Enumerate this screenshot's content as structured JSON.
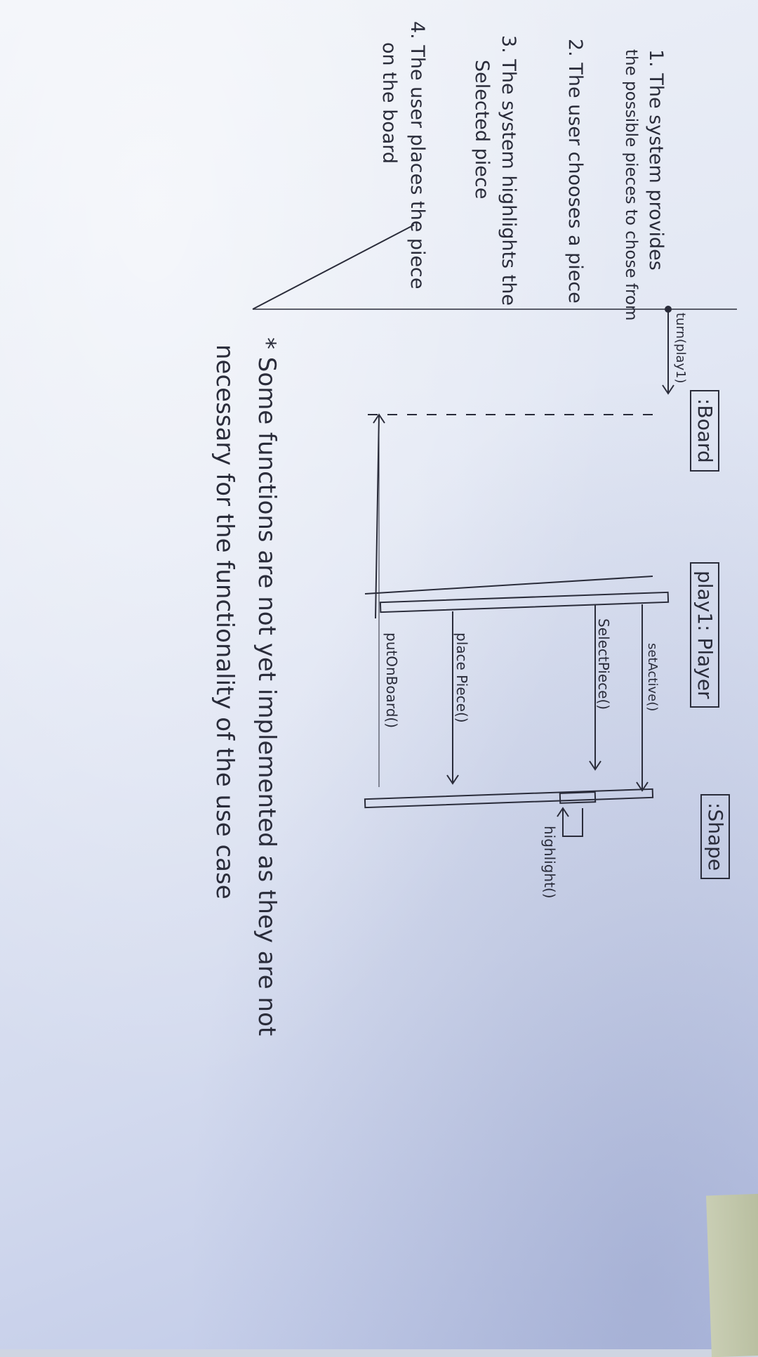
{
  "steps": [
    {
      "line1": "1. The system provides",
      "line2": "the possible pieces to chose from"
    },
    {
      "line1": "2. The user chooses a piece"
    },
    {
      "line1": "3. The system highlights the",
      "line2": "Selected piece"
    },
    {
      "line1": "4. The user places the piece",
      "line2": "on the board"
    }
  ],
  "lifelines": {
    "board": ":Board",
    "player": "play1: Player",
    "shape": ":Shape"
  },
  "messages": {
    "turn": "turn(play1)",
    "set_active": "setActive()",
    "select_piece": "SelectPiece()",
    "highlight": "highlight()",
    "place_piece": "place Piece()",
    "put_on_board": "putOnBoard()"
  },
  "note": {
    "line1": "* Some functions are not yet implemented as they are not",
    "line2": "necessary for the functionality of the use case"
  }
}
